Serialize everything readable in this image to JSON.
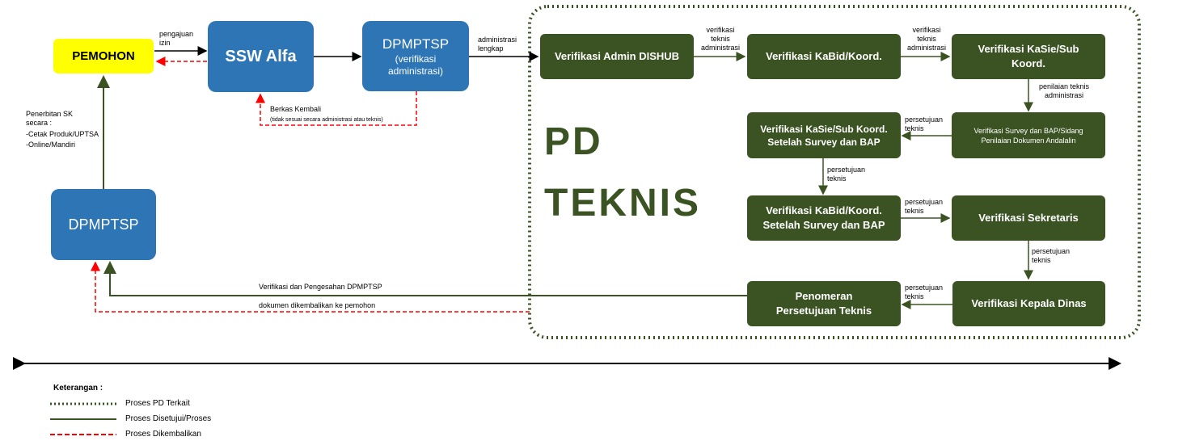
{
  "nodes": {
    "pemohon": "PEMOHON",
    "ssw_alfa": "SSW Alfa",
    "dpmptsp_verif_title": "DPMPTSP",
    "dpmptsp_verif_sub": "(verifikasi administrasi)",
    "dpmptsp_left": "DPMPTSP",
    "admin_dishub": "Verifikasi Admin DISHUB",
    "kabid": "Verifikasi KaBid/Koord.",
    "kasie": "Verifikasi KaSie/Sub Koord.",
    "survey": "Verifikasi Survey dan BAP/Sidang Penilaian Dokumen Andalalin",
    "kasie_after": "Verifikasi KaSie/Sub Koord. Setelah Survey dan BAP",
    "kabid_after": "Verifikasi KaBid/Koord. Setelah Survey dan BAP",
    "sekretaris": "Verifikasi Sekretaris",
    "kepala_dinas": "Verifikasi Kepala Dinas",
    "penomeran": "Penomeran Persetujuan Teknis"
  },
  "region": {
    "line1": "PD",
    "line2": "TEKNIS"
  },
  "labels": {
    "pengajuan_izin": "pengajuan izin",
    "administrasi_lengkap": "administrasi lengkap",
    "berkas_kembali": "Berkas Kembali",
    "berkas_kembali_note": "(tidak sesuai secara administrasi atau teknis)",
    "penerbitan_sk": "Penerbitan SK secara :",
    "cetak_produk": "-Cetak Produk/UPTSA",
    "online_mandiri": "-Online/Mandiri",
    "verif_teknis_adm_1": "verifikasi teknis administrasi",
    "verif_teknis_adm_2": "verifikasi teknis administrasi",
    "penilaian_teknis": "penilaian teknis administrasi",
    "persetujuan_1": "persetujuan teknis",
    "persetujuan_2": "persetujuan teknis",
    "persetujuan_3": "persetujuan teknis",
    "persetujuan_4": "persetujuan teknis",
    "persetujuan_5": "persetujuan teknis",
    "verif_pengesahan": "Verifikasi dan Pengesahan DPMPTSP",
    "dokumen_dikembalikan": "dokumen dikembalikan ke pemohon"
  },
  "legend": {
    "title": "Keterangan :",
    "items": [
      "Proses PD Terkait",
      "Proses Disetujui/Proses",
      "Proses Dikembalikan"
    ]
  },
  "colors": {
    "green": "#3B5323",
    "blue": "#2E75B6",
    "yellow": "#FFFF00",
    "red": "#FF0000"
  }
}
